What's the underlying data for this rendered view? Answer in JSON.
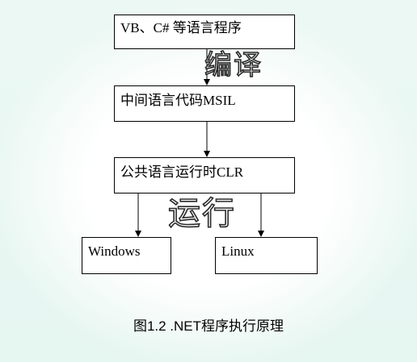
{
  "diagram": {
    "nodes": [
      {
        "id": "source",
        "label": "VB、C# 等语言程序"
      },
      {
        "id": "msil",
        "label": "中间语言代码MSIL"
      },
      {
        "id": "clr",
        "label": "公共语言运行时CLR"
      },
      {
        "id": "windows",
        "label": "Windows"
      },
      {
        "id": "linux",
        "label": "Linux"
      }
    ],
    "edges": [
      {
        "from": "source",
        "to": "msil",
        "label": "编译"
      },
      {
        "from": "msil",
        "to": "clr",
        "label": ""
      },
      {
        "from": "clr",
        "to": "windows",
        "label": "运行"
      },
      {
        "from": "clr",
        "to": "linux",
        "label": "运行"
      }
    ],
    "step_labels": {
      "compile": "编译",
      "run": "运行"
    },
    "caption": "图1.2 .NET程序执行原理"
  },
  "colors": {
    "background": "#eaf7f3",
    "box_fill": "#ffffff",
    "line": "#000000"
  }
}
